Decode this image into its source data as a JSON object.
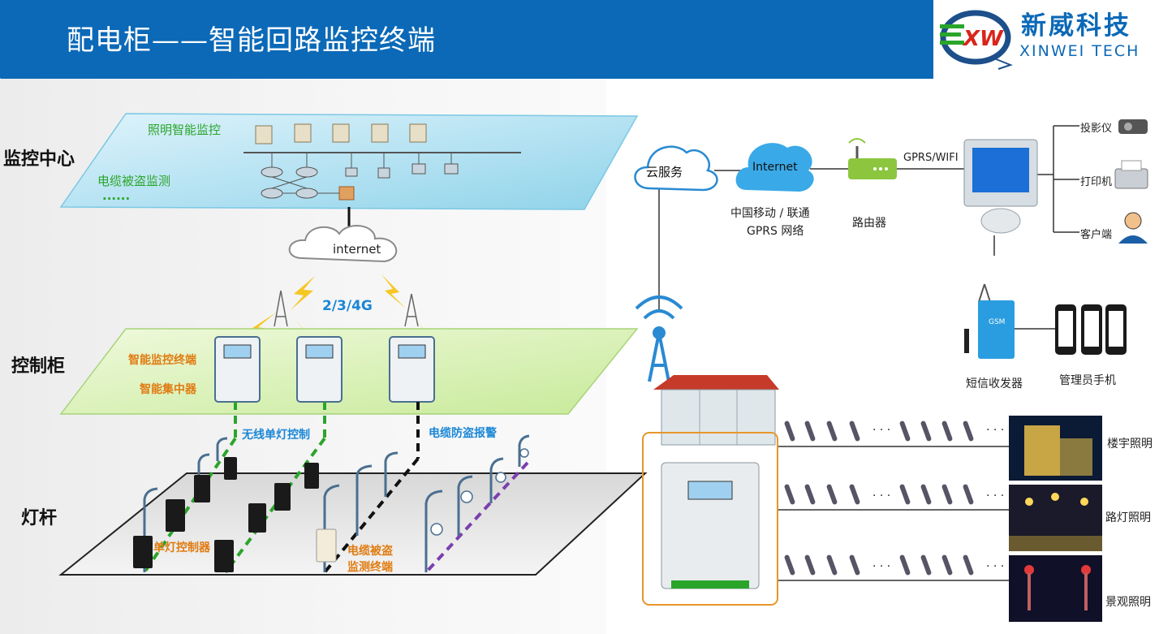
{
  "header": {
    "title": "配电柜——智能回路监控终端",
    "logo_cn": "新威科技",
    "logo_en": "XINWEI TECH",
    "logo_mark": "XW"
  },
  "left": {
    "monitor_center": "监控中心",
    "control_cabinet": "控制柜",
    "light_pole": "灯杆",
    "lighting_monitor": "照明智能监控",
    "cable_theft_monitor": "电缆被盗监测",
    "ellipsis": "......",
    "internet": "internet",
    "network": "2/3/4G",
    "smart_terminal": "智能监控终端",
    "smart_concentrator": "智能集中器",
    "wireless_single_lamp": "无线单灯控制",
    "cable_antitheft_alarm": "电缆防盗报警",
    "single_lamp_controller": "单灯控制器",
    "cable_theft_terminal_l1": "电缆被盗",
    "cable_theft_terminal_l2": "监测终端"
  },
  "right": {
    "cloud": "云服务",
    "internet": "Internet",
    "carrier_l1": "中国移动 / 联通",
    "carrier_l2": "GPRS 网络",
    "router": "路由器",
    "gprs_wifi": "GPRS/WIFI",
    "projector": "投影仪",
    "printer": "打印机",
    "client": "客户端",
    "sms_transceiver": "短信收发器",
    "admin_phone": "管理员手机",
    "gsm": "GSM",
    "building_lighting": "楼宇照明",
    "street_lighting": "路灯照明",
    "landscape_lighting": "景观照明",
    "dots": "· · ·"
  }
}
